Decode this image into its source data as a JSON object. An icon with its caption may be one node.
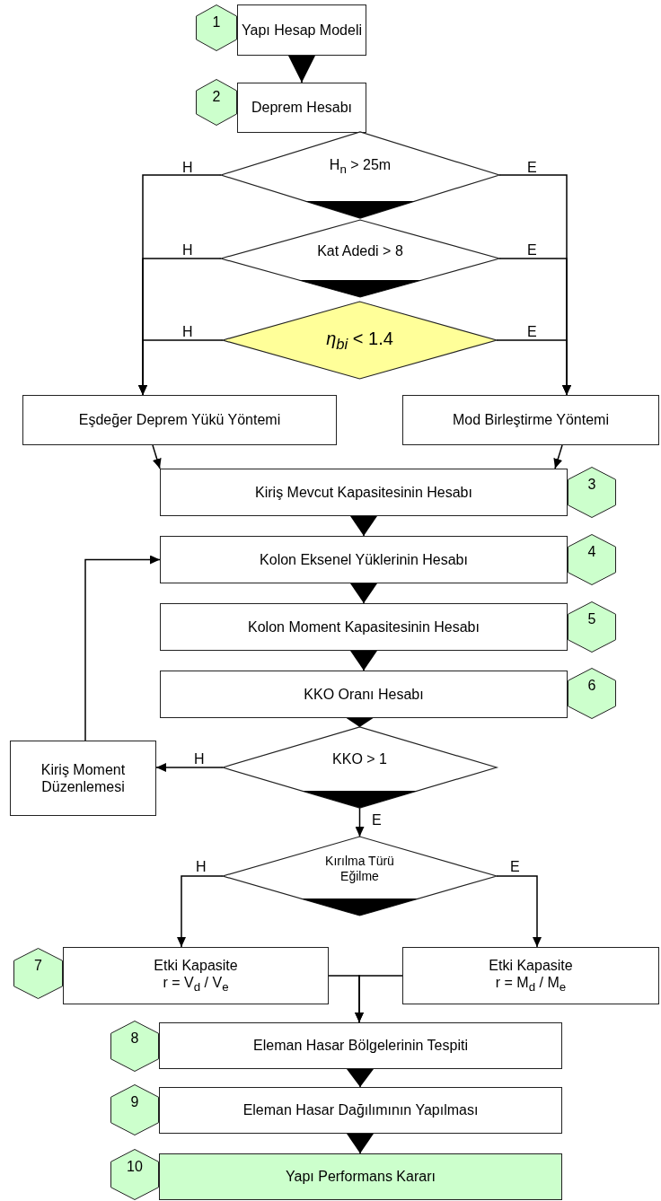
{
  "diagram": {
    "nodes": [
      {
        "text": [
          "1"
        ]
      },
      {
        "text": [
          "Yapı Hesap Modeli"
        ]
      },
      {
        "text": [
          "2"
        ]
      },
      {
        "text": [
          "Deprem Hesabı"
        ]
      },
      {
        "text": [
          "H$_{n}$ > 25m"
        ]
      },
      {
        "text": [
          "Kat Adedi > 8"
        ]
      },
      {
        "text": [
          "*η*$_{bi}$ < 1.4"
        ]
      },
      {
        "text": [
          "Eşdeğer Deprem Yükü Yöntemi"
        ]
      },
      {
        "text": [
          "Mod Birleştirme Yöntemi"
        ]
      },
      {
        "text": [
          "Kiriş Mevcut Kapasitesinin Hesabı"
        ]
      },
      {
        "text": [
          "3"
        ]
      },
      {
        "text": [
          "Kolon Eksenel Yüklerinin Hesabı"
        ]
      },
      {
        "text": [
          "4"
        ]
      },
      {
        "text": [
          "Kolon Moment Kapasitesinin Hesabı"
        ]
      },
      {
        "text": [
          "5"
        ]
      },
      {
        "text": [
          "KKO Oranı Hesabı"
        ]
      },
      {
        "text": [
          "6"
        ]
      },
      {
        "text": [
          "Kiriş Moment Düzenlemesi"
        ]
      },
      {
        "text": [
          "KKO > 1"
        ]
      },
      {
        "text": [
          "Kırılma Türü Eğilme"
        ]
      },
      {
        "text": [
          "7"
        ]
      },
      {
        "text": [
          "Etki Kapasite",
          "r = V$_{d}$ / V$_{e}$"
        ]
      },
      {
        "text": [
          "Etki Kapasite",
          "r = M$_{d}$ / M$_{e}$"
        ]
      },
      {
        "text": [
          "8"
        ]
      },
      {
        "text": [
          "Eleman Hasar Bölgelerinin Tespiti"
        ]
      },
      {
        "text": [
          "9"
        ]
      },
      {
        "text": [
          "Eleman Hasar Dağılımının Yapılması"
        ]
      },
      {
        "text": [
          "10"
        ]
      },
      {
        "text": [
          "Yapı Performans Kararı"
        ]
      }
    ],
    "edges": [
      {
        "from": 1,
        "to": 3,
        "arrow": "to"
      },
      {
        "from": 4,
        "to": 7,
        "arrow": "to",
        "label": "H"
      },
      {
        "from": 4,
        "to": 8,
        "arrow": "to",
        "label": "E"
      },
      {
        "from": 5,
        "to": 7,
        "arrow": "to",
        "label": "H"
      },
      {
        "from": 5,
        "to": 8,
        "arrow": "to",
        "label": "E"
      },
      {
        "from": 6,
        "to": 7,
        "arrow": "to",
        "label": "H"
      },
      {
        "from": 6,
        "to": 8,
        "arrow": "to",
        "label": "E"
      },
      {
        "from": 7,
        "to": 9,
        "arrow": "to"
      },
      {
        "from": 8,
        "to": 9,
        "arrow": "to"
      },
      {
        "from": 9,
        "to": 11,
        "arrow": "to"
      },
      {
        "from": 11,
        "to": 13,
        "arrow": "to"
      },
      {
        "from": 13,
        "to": 15,
        "arrow": "to"
      },
      {
        "from": 15,
        "to": 18,
        "arrow": "to"
      },
      {
        "from": 18,
        "to": 17,
        "arrow": "to",
        "label": "H"
      },
      {
        "from": 17,
        "to": 11,
        "arrow": "to"
      },
      {
        "from": 18,
        "to": 19,
        "arrow": "to",
        "label": "E"
      },
      {
        "from": 19,
        "to": 21,
        "arrow": "to",
        "label": "H"
      },
      {
        "from": 19,
        "to": 22,
        "arrow": "to",
        "label": "E"
      },
      {
        "from": 21,
        "to": 24,
        "arrow": "to"
      },
      {
        "from": 22,
        "to": 24,
        "arrow": "to"
      },
      {
        "from": 24,
        "to": 26,
        "arrow": "to"
      },
      {
        "from": 26,
        "to": 28,
        "arrow": "to"
      }
    ]
  }
}
